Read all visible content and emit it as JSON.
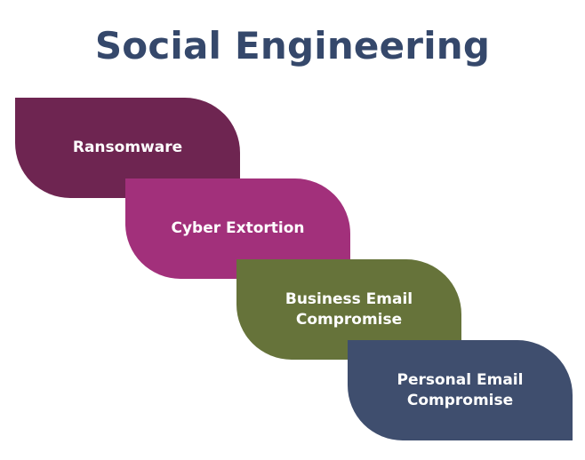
{
  "title": "Social Engineering",
  "steps": [
    {
      "label": "Ransomware",
      "color": "#6e2551"
    },
    {
      "label": "Cyber Extortion",
      "color": "#a2307b"
    },
    {
      "label": "Business Email Compromise",
      "color": "#66733a"
    },
    {
      "label": "Personal Email Compromise",
      "color": "#3f4e6e"
    }
  ]
}
